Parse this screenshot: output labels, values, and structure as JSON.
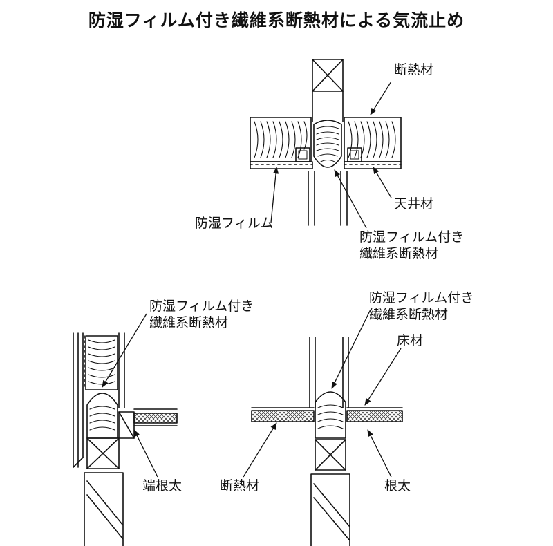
{
  "title": "防湿フィルム付き繊維系断熱材による気流止め",
  "ceiling": {
    "insulation": "断熱材",
    "ceiling_board": "天井材",
    "vapor_film": "防湿フィルム",
    "faced_insulation_line1": "防湿フィルム付き",
    "faced_insulation_line2": "繊維系断熱材"
  },
  "exterior_floor": {
    "faced_insulation_line1": "防湿フィルム付き",
    "faced_insulation_line2": "繊維系断熱材",
    "edge_joist": "端根太"
  },
  "interior_floor": {
    "faced_insulation_line1": "防湿フィルム付き",
    "faced_insulation_line2": "繊維系断熱材",
    "floor_board": "床材",
    "insulation": "断熱材",
    "joist": "根太"
  }
}
